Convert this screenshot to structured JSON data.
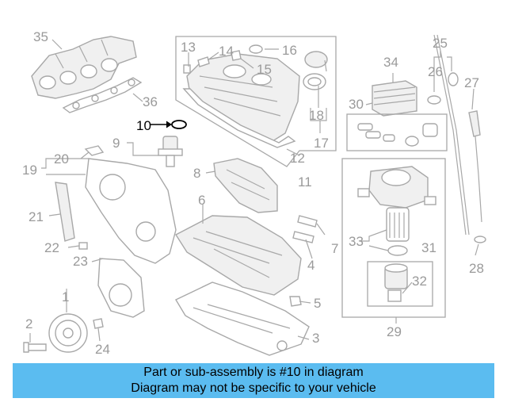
{
  "diagram": {
    "callouts": [
      "1",
      "2",
      "3",
      "4",
      "5",
      "6",
      "7",
      "8",
      "9",
      "10",
      "11",
      "12",
      "13",
      "14",
      "15",
      "16",
      "17",
      "18",
      "19",
      "20",
      "21",
      "22",
      "23",
      "24",
      "25",
      "26",
      "27",
      "28",
      "29",
      "30",
      "31",
      "32",
      "33",
      "34",
      "35",
      "36"
    ],
    "highlighted_part": "10",
    "highlight_color": "#000000",
    "part_color": "#a8a8a8"
  },
  "banner": {
    "line1": "Part or sub-assembly is #10 in diagram",
    "line2": "Diagram may not be specific to your vehicle",
    "background": "#5bbcf0"
  }
}
